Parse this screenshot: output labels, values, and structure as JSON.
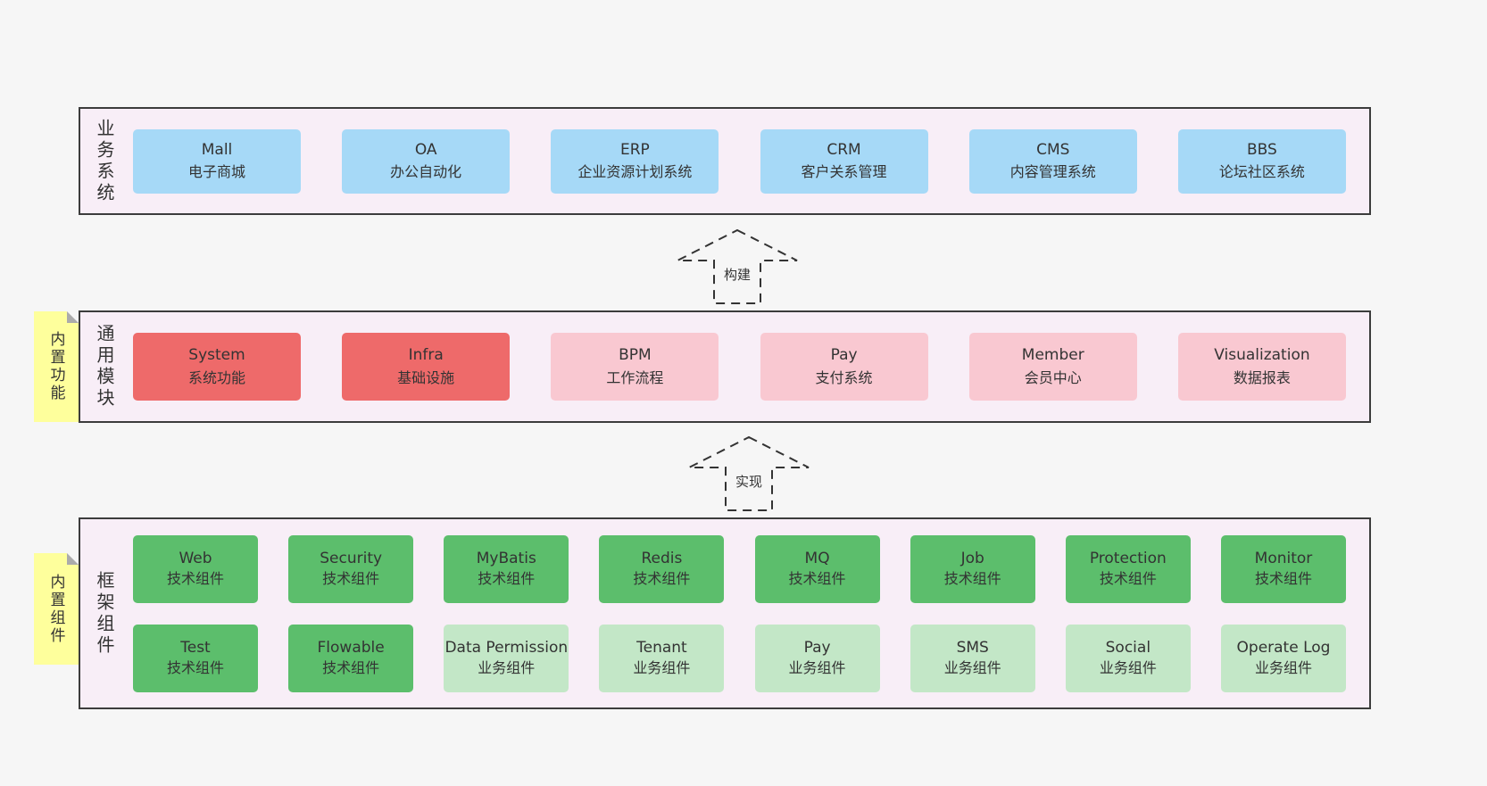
{
  "colors": {
    "page_background": "#f6f6f6",
    "panel_background": "#f8eef7",
    "panel_border": "#3c3c3c",
    "blue_box": "#a6d9f7",
    "red_box": "#ee6a6a",
    "pink_box": "#f9c8d1",
    "green_dark_box": "#5cbe6c",
    "green_light_box": "#c3e7c7",
    "sticky_note": "#feff9c",
    "text": "#333333"
  },
  "sections": {
    "business": {
      "side_label": "业务系统",
      "items": [
        {
          "title": "Mall",
          "subtitle": "电子商城"
        },
        {
          "title": "OA",
          "subtitle": "办公自动化"
        },
        {
          "title": "ERP",
          "subtitle": "企业资源计划系统"
        },
        {
          "title": "CRM",
          "subtitle": "客户关系管理"
        },
        {
          "title": "CMS",
          "subtitle": "内容管理系统"
        },
        {
          "title": "BBS",
          "subtitle": "论坛社区系统"
        }
      ]
    },
    "modules": {
      "side_label": "通用模块",
      "sticky_label": "内置功能",
      "items": [
        {
          "title": "System",
          "subtitle": "系统功能"
        },
        {
          "title": "Infra",
          "subtitle": "基础设施"
        },
        {
          "title": "BPM",
          "subtitle": "工作流程"
        },
        {
          "title": "Pay",
          "subtitle": "支付系统"
        },
        {
          "title": "Member",
          "subtitle": "会员中心"
        },
        {
          "title": "Visualization",
          "subtitle": "数据报表"
        }
      ]
    },
    "framework": {
      "side_label": "框架组件",
      "sticky_label": "内置组件",
      "row1": [
        {
          "title": "Web",
          "subtitle": "技术组件"
        },
        {
          "title": "Security",
          "subtitle": "技术组件"
        },
        {
          "title": "MyBatis",
          "subtitle": "技术组件"
        },
        {
          "title": "Redis",
          "subtitle": "技术组件"
        },
        {
          "title": "MQ",
          "subtitle": "技术组件"
        },
        {
          "title": "Job",
          "subtitle": "技术组件"
        },
        {
          "title": "Protection",
          "subtitle": "技术组件"
        },
        {
          "title": "Monitor",
          "subtitle": "技术组件"
        }
      ],
      "row2": [
        {
          "title": "Test",
          "subtitle": "技术组件"
        },
        {
          "title": "Flowable",
          "subtitle": "技术组件"
        },
        {
          "title": "Data Permission",
          "subtitle": "业务组件"
        },
        {
          "title": "Tenant",
          "subtitle": "业务组件"
        },
        {
          "title": "Pay",
          "subtitle": "业务组件"
        },
        {
          "title": "SMS",
          "subtitle": "业务组件"
        },
        {
          "title": "Social",
          "subtitle": "业务组件"
        },
        {
          "title": "Operate Log",
          "subtitle": "业务组件"
        }
      ]
    }
  },
  "arrows": {
    "build": {
      "label": "构建"
    },
    "implement": {
      "label": "实现"
    }
  }
}
